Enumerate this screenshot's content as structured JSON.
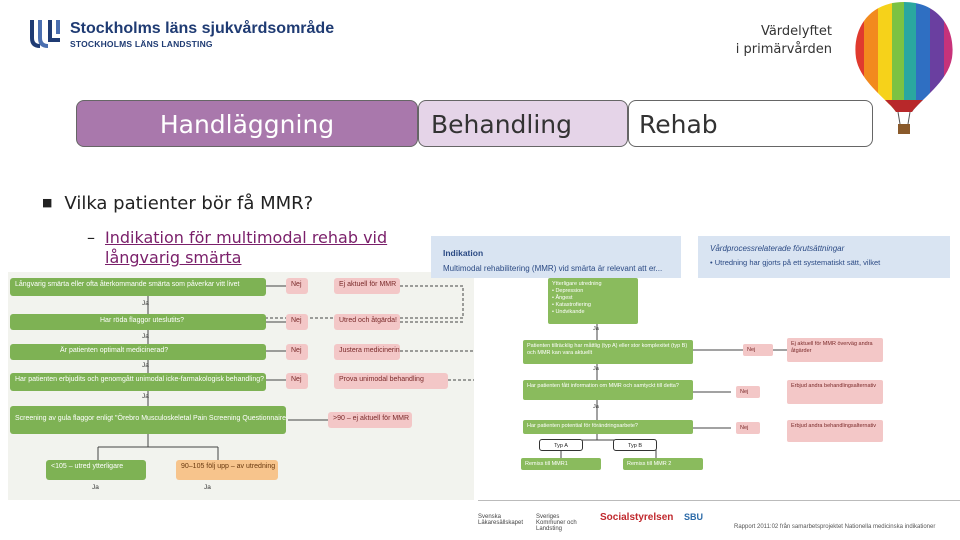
{
  "header": {
    "org_name": "Stockholms läns sjukvårdsområde",
    "org_sub": "STOCKHOLMS LÄNS LANDSTING",
    "corner_line1": "Värdelyftet",
    "corner_line2": "i primärvården"
  },
  "tabs": [
    {
      "label": "Handläggning",
      "active": true
    },
    {
      "label": "Behandling",
      "active": false
    },
    {
      "label": "Rehab",
      "active": false
    }
  ],
  "content": {
    "question": "Vilka patienter bör få MMR?",
    "link_text": "Indikation för multimodal rehab vid långvarig smärta"
  },
  "left_flow": {
    "steps": [
      {
        "text": "Långvarig smärta eller ofta återkommande smärta som påverkar vitt livet",
        "side": "Ej aktuell för MMR"
      },
      {
        "text": "Har röda flaggor uteslutits?",
        "side": "Utred och åtgärda!"
      },
      {
        "text": "Är patienten optimalt medicinerad?",
        "side": "Justera medicineringen!"
      },
      {
        "text": "Har patienten erbjudits och genomgått unimodal icke-farmakologisk behandling?",
        "side": "Prova unimodal behandling"
      },
      {
        "text": "Screening av gula flaggor enligt \"Örebro Musculoskeletal Pain Screening Questionnaire\"",
        "side": ">90 – ej aktuell för MMR"
      }
    ],
    "bottom": [
      "<105 – utred ytterligare",
      "90–105 följ upp – av utredning"
    ],
    "yes": "Ja",
    "no": "Nej"
  },
  "right_flow": {
    "indication_title": "Indikation",
    "indication_text": "Multimodal rehabilitering (MMR) vid smärta är relevant att er...",
    "prereq_title": "Vårdprocessrelaterade förutsättningar",
    "prereq_item": "• Utredning har gjorts på ett systematiskt sätt, vilket",
    "conditions_title": "Ytterligare utredning",
    "conditions": [
      "• Depression",
      "• Ångest",
      "• Katastrofiering",
      "• Undvikande"
    ],
    "q1": "Patienten tillräcklig har måttlig (typ A) eller stor komplexitet (typ B) och MMR kan vara aktuellt",
    "q1_side": "Ej aktuell för MMR överväg andra åtgärder",
    "q2": "Har patienten fått information om MMR och samtyckt till detta?",
    "q2_side": "Erbjud andra behandlingsalternativ",
    "q3": "Har patienten potential för förändringsarbete?",
    "q3_side": "Erbjud andra behandlingsalternativ",
    "type_a": "Typ A",
    "type_b": "Typ B",
    "refer1": "Remiss till MMR1",
    "refer2": "Remiss till MMR 2",
    "yes": "Ja",
    "no": "Nej"
  },
  "footer": {
    "logo1": "Svenska Läkaresällskapet",
    "logo2": "Sveriges Kommuner och Landsting",
    "logo3": "Socialstyrelsen",
    "logo4": "SBU",
    "report": "Rapport 2011:02 från samarbetsprojektet Nationella medicinska indikationer"
  },
  "colors": {
    "tab_active": "#a978ac",
    "tab_inactive": "#e5d4e8",
    "flow_green": "#7eb254",
    "flow_pink": "#f3c7c7",
    "logo_blue": "#1f3b73",
    "link": "#7a1f6a"
  }
}
